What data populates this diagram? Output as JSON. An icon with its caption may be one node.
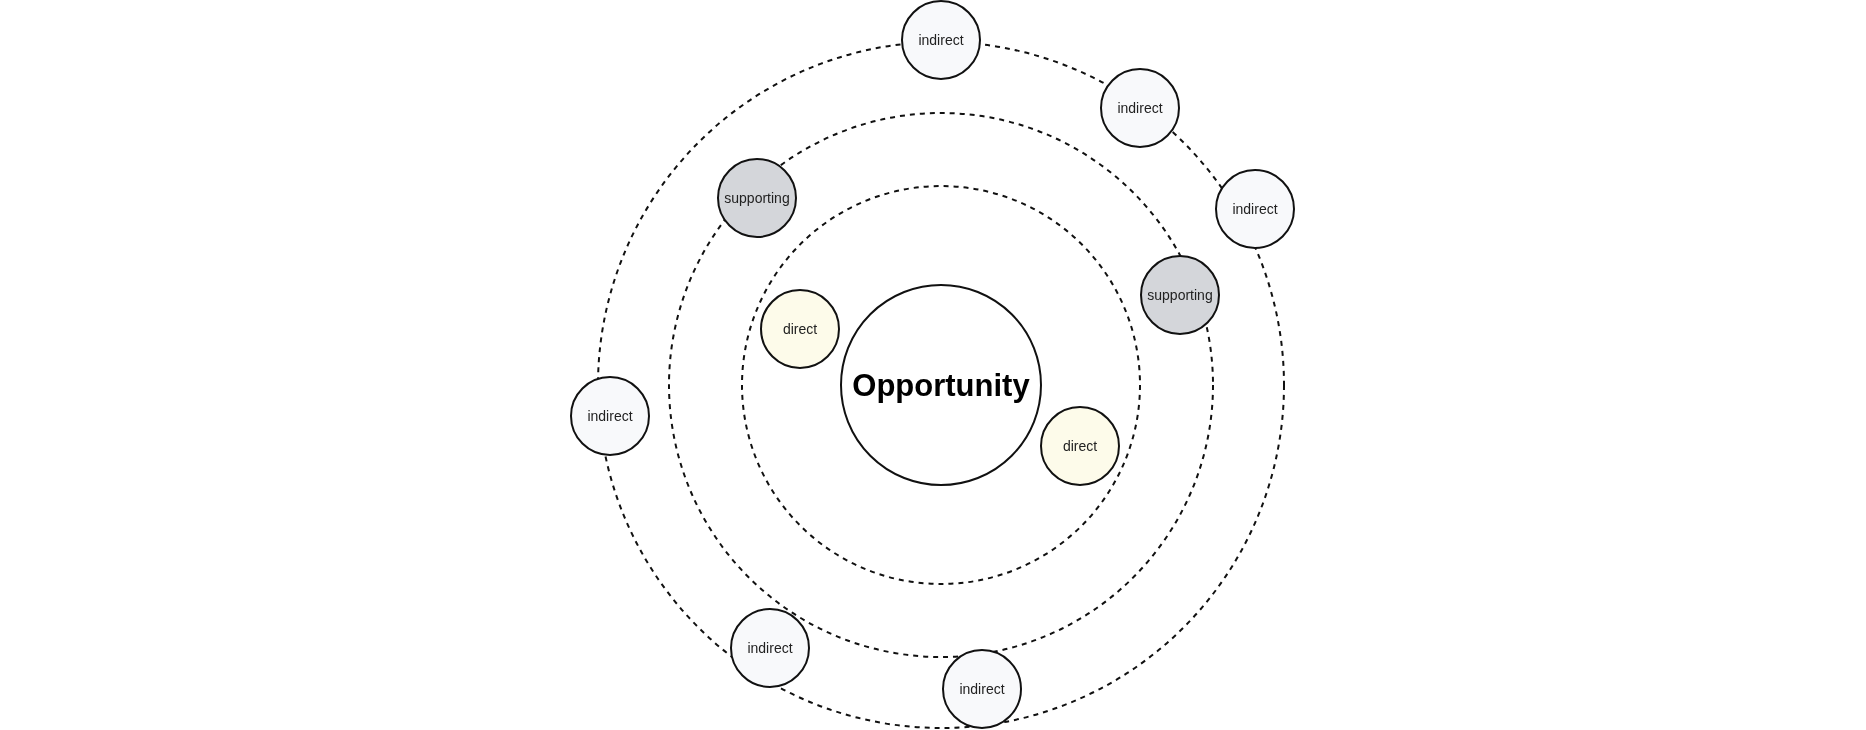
{
  "diagram": {
    "nodes": [
      {
        "text": [
          "indirect"
        ]
      },
      {
        "text": [
          "indirect"
        ]
      },
      {
        "text": [
          "supporting"
        ]
      },
      {
        "text": [
          "indirect"
        ]
      },
      {
        "text": [
          "supporting"
        ]
      },
      {
        "text": [
          "direct"
        ]
      },
      {
        "text": [
          "Opportunity"
        ]
      },
      {
        "text": [
          "indirect"
        ]
      },
      {
        "text": [
          "direct"
        ]
      },
      {
        "text": [
          "indirect"
        ]
      },
      {
        "text": [
          "indirect"
        ]
      }
    ]
  }
}
